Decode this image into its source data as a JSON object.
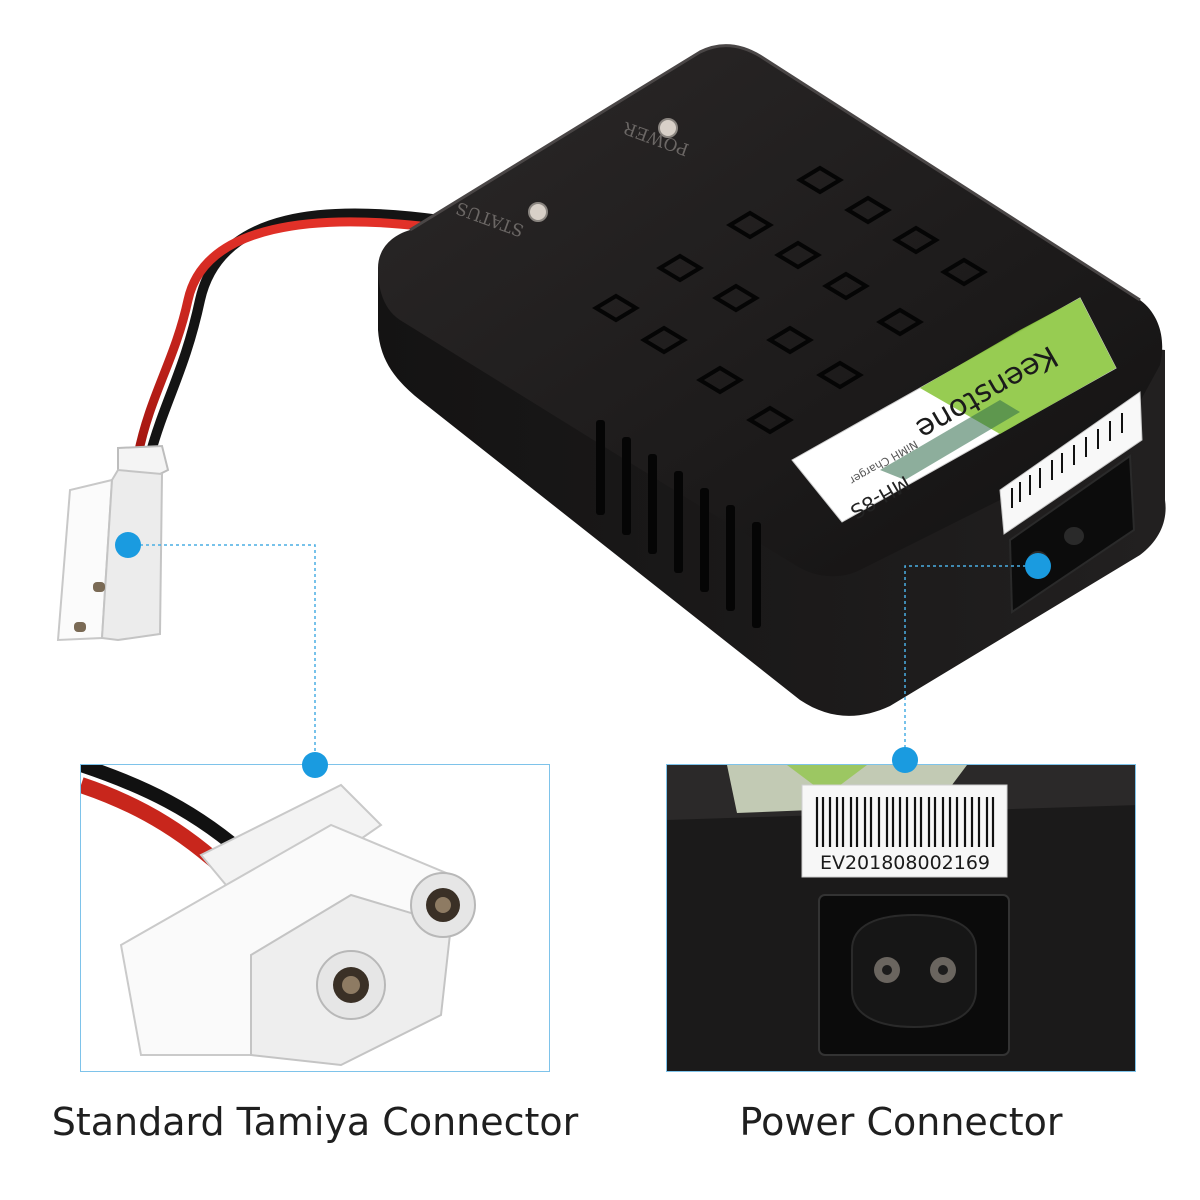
{
  "product": {
    "brand": "Keenstone",
    "model": "MH-8S",
    "model_subtitle": "NiMH Charger",
    "led_labels": {
      "status": "STATUS",
      "power": "POWER"
    },
    "serial_number": "EV201808002169"
  },
  "callouts": {
    "left_caption": "Standard Tamiya Connector",
    "right_caption": "Power Connector"
  },
  "colors": {
    "accent_dot": "#1a9be0",
    "leader_line": "#4aaee3",
    "inset_border": "#7ec3ea",
    "label_green": "#8cc63f"
  }
}
